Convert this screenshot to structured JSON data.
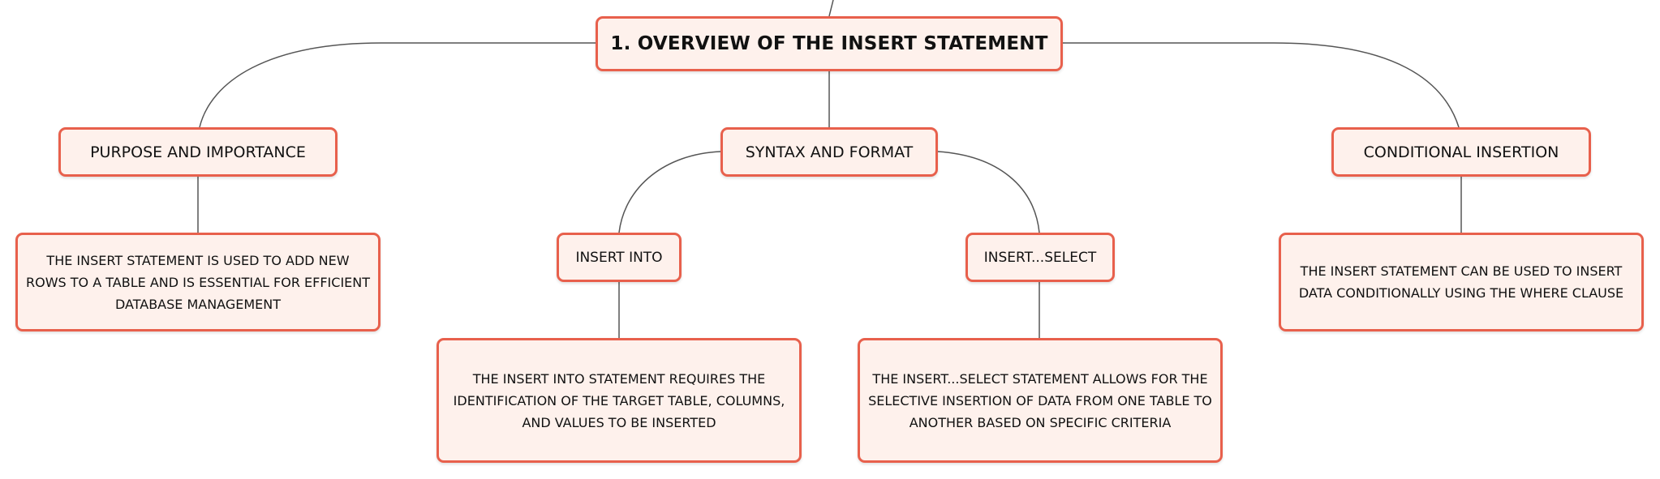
{
  "diagram": {
    "root": {
      "label": "1. OVERVIEW OF THE INSERT STATEMENT"
    },
    "purpose": {
      "label": "PURPOSE AND IMPORTANCE",
      "detail": "THE INSERT STATEMENT IS USED TO ADD NEW ROWS TO A TABLE AND IS ESSENTIAL FOR EFFICIENT DATABASE MANAGEMENT"
    },
    "syntax": {
      "label": "SYNTAX AND FORMAT",
      "insert_into": {
        "label": "INSERT INTO",
        "detail": "THE INSERT INTO STATEMENT REQUIRES THE IDENTIFICATION OF THE TARGET TABLE, COLUMNS, AND VALUES TO BE INSERTED"
      },
      "insert_select": {
        "label": "INSERT...SELECT",
        "detail": "THE INSERT...SELECT STATEMENT ALLOWS FOR THE SELECTIVE INSERTION OF DATA FROM ONE TABLE TO ANOTHER BASED ON SPECIFIC CRITERIA"
      }
    },
    "conditional": {
      "label": "CONDITIONAL INSERTION",
      "detail": "THE INSERT STATEMENT CAN BE USED TO INSERT DATA CONDITIONALLY USING THE WHERE CLAUSE"
    },
    "colors": {
      "node_border": "#e8604c",
      "node_fill": "#fef1ec",
      "connector": "#555555"
    }
  }
}
